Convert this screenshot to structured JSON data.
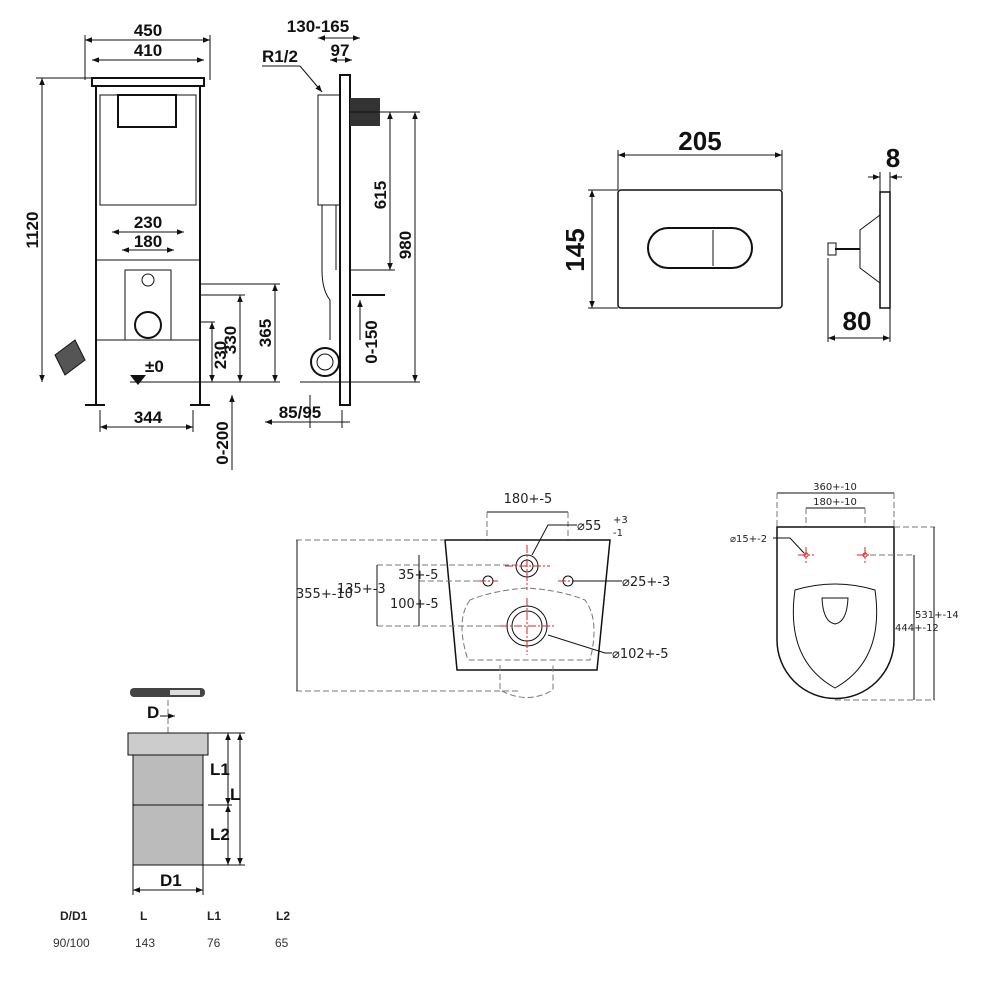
{
  "frame_front": {
    "width_outer": "450",
    "width_inner": "410",
    "height": "1120",
    "width_230": "230",
    "width_180": "180",
    "h_365": "365",
    "h_330": "330",
    "h_230": "230",
    "zero_level": "±0",
    "bottom_width": "344",
    "leg_adjust": "0-200"
  },
  "frame_side": {
    "depth": "130-165",
    "thread": "R1/2",
    "depth_97": "97",
    "h_615": "615",
    "h_980": "980",
    "drain_adjust": "0-150",
    "pipe_offset": "85/95"
  },
  "flush_plate": {
    "width": "205",
    "height": "145",
    "thickness": "8",
    "depth": "80"
  },
  "bowl_back": {
    "bolt_spacing": "180+-5",
    "inlet_dia": "⌀55",
    "inlet_tol_plus": "+3",
    "inlet_tol_minus": "-1",
    "height": "355+-10",
    "h_135": "135+-3",
    "h_35": "35+-5",
    "h_100": "100+-5",
    "bolt_dia": "⌀25+-3",
    "outlet_dia": "⌀102+-5"
  },
  "seat_top": {
    "width": "360+-10",
    "hole_spacing": "180+-10",
    "hole_dia": "⌀15+-2",
    "length": "531+-14",
    "length_inner": "444+-12"
  },
  "pipe": {
    "labels": {
      "d": "D",
      "l1": "L1",
      "l": "L",
      "l2": "L2",
      "d1": "D1"
    },
    "table": {
      "headers": [
        "D/D1",
        "L",
        "L1",
        "L2"
      ],
      "values": [
        "90/100",
        "143",
        "76",
        "65"
      ]
    }
  }
}
